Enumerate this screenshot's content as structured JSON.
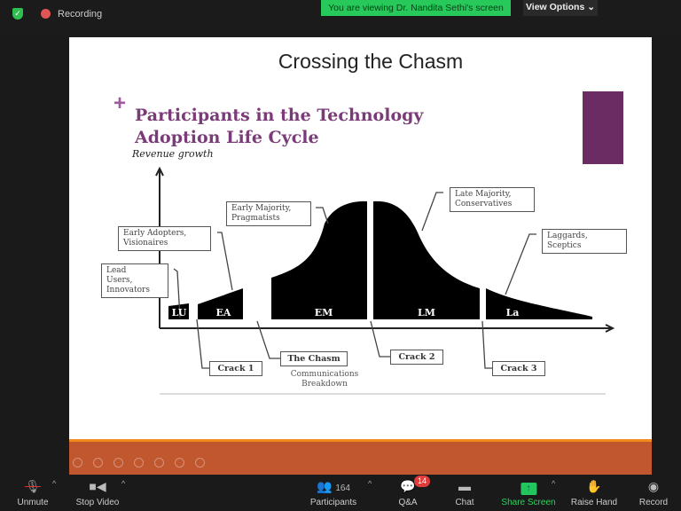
{
  "top": {
    "recording": "Recording",
    "banner": "You are viewing Dr. Nandita Sethi's screen",
    "view_options": "View Options ⌄"
  },
  "slide": {
    "title": "Crossing the Chasm",
    "heading_line1": "Participants in the Technology",
    "heading_line2": "Adoption Life Cycle",
    "y_axis_label": "Revenue growth",
    "segments": [
      "LU",
      "EA",
      "EM",
      "LM",
      "La"
    ],
    "callouts": {
      "lead": [
        "Lead",
        "Users,",
        "Innovators"
      ],
      "early_adopters": [
        "Early Adopters,",
        "Visionaires"
      ],
      "early_majority": [
        "Early Majority,",
        "Pragmatists"
      ],
      "late_majority": [
        "Late Majority,",
        "Conservatives"
      ],
      "laggards": [
        "Laggards,",
        "Sceptics"
      ]
    },
    "cracks": {
      "crack1": "Crack 1",
      "chasm": "The Chasm",
      "crack2": "Crack 2",
      "crack3": "Crack 3"
    },
    "comm_line1": "Communications",
    "comm_line2": "Breakdown",
    "colors": {
      "heading": "#7b3a78",
      "band": "#c1572f",
      "accent_box": "#6b2c63"
    }
  },
  "toolbar": {
    "unmute": "Unmute",
    "stop_video": "Stop Video",
    "participants": "Participants",
    "participant_count": "164",
    "qa": "Q&A",
    "qa_badge": "14",
    "chat": "Chat",
    "share_screen": "Share Screen",
    "raise_hand": "Raise Hand",
    "record": "Record"
  }
}
